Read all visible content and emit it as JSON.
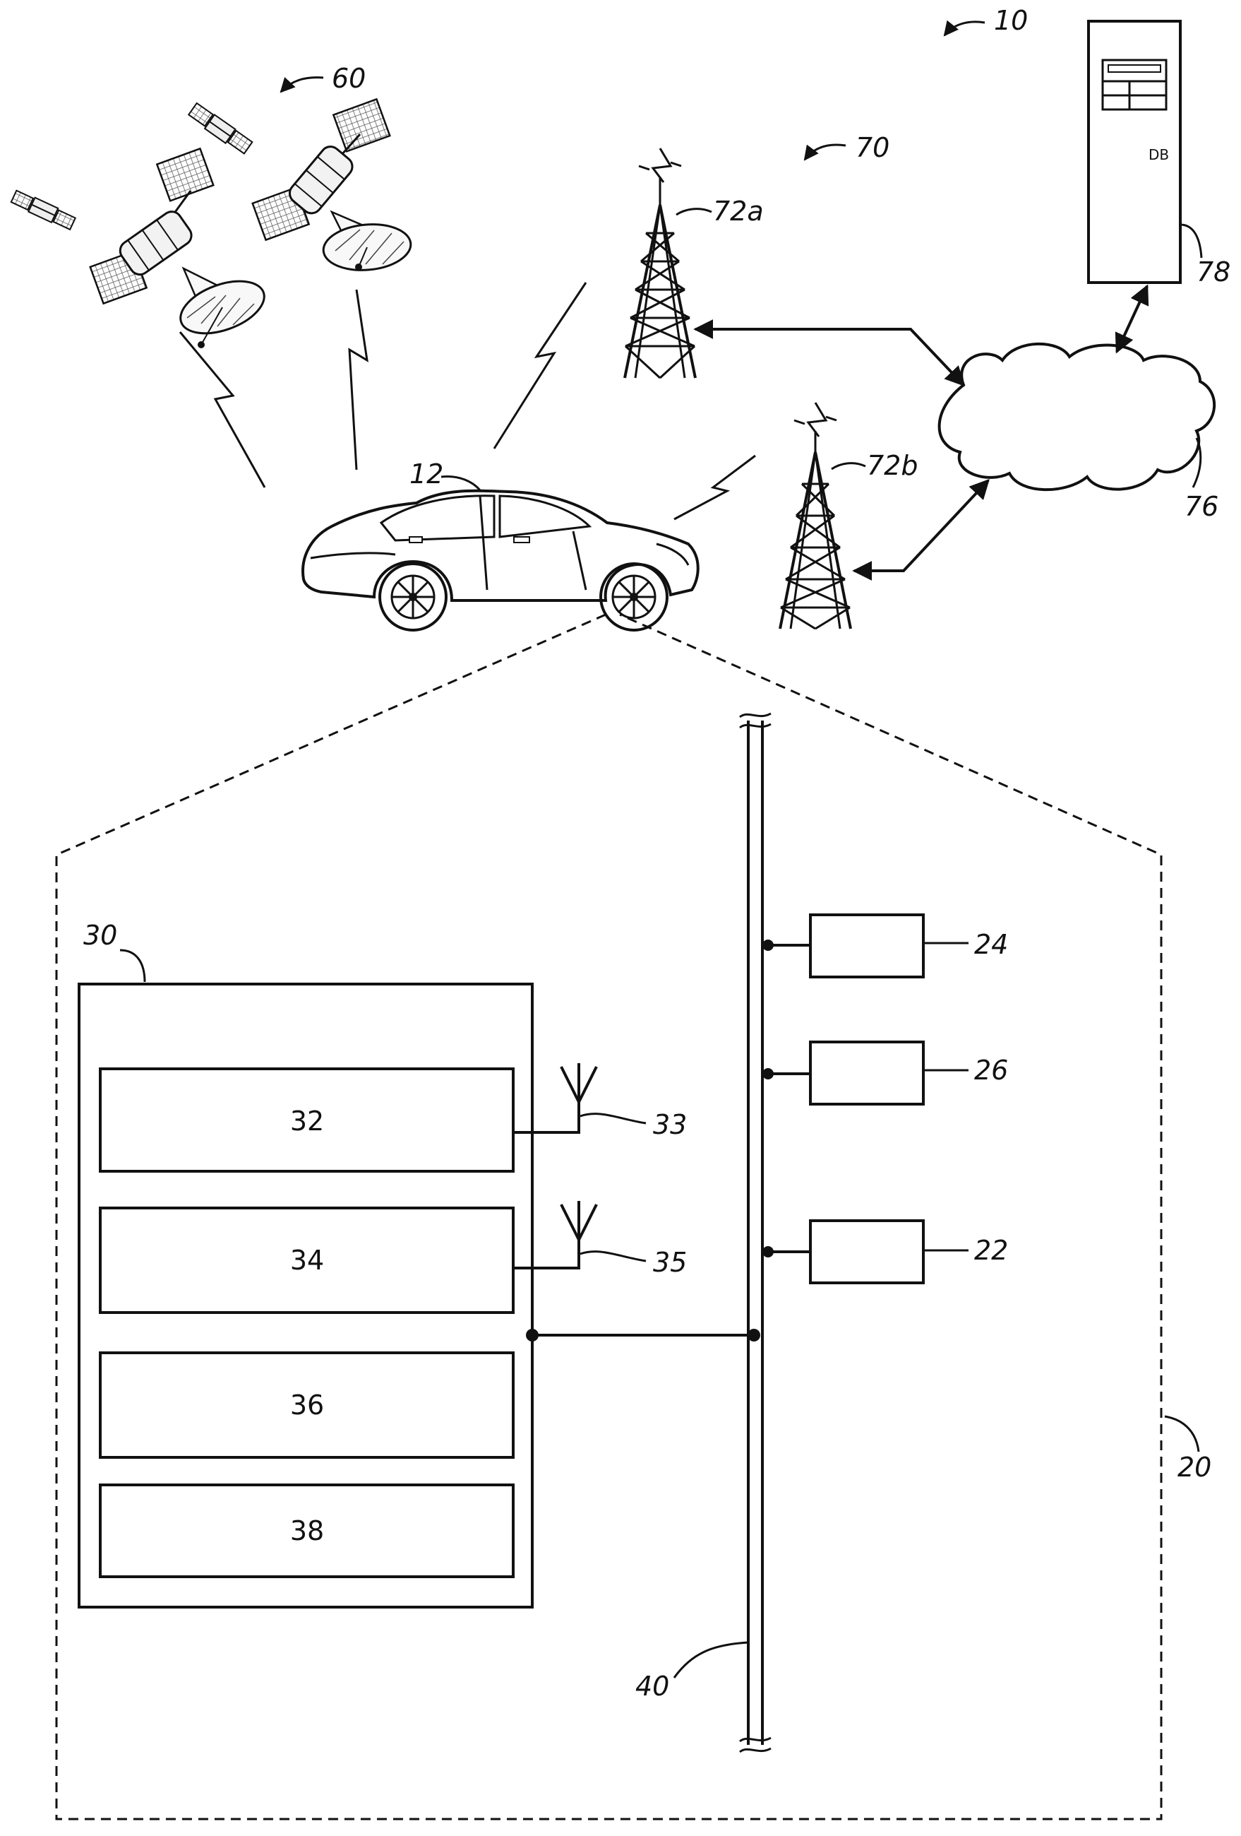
{
  "refs": {
    "system": "10",
    "vehicle": "12",
    "electronics": "20",
    "module_22": "22",
    "module_24": "24",
    "module_26": "26",
    "unit": "30",
    "bus": "40",
    "satellites": "60",
    "wireless_network": "70",
    "tower_a": "72a",
    "tower_b": "72b",
    "cloud": "76",
    "server": "78",
    "antenna_33": "33",
    "antenna_35": "35"
  },
  "boxes": {
    "b32": "32",
    "b34": "34",
    "b36": "36",
    "b38": "38"
  },
  "server_label": "DB"
}
